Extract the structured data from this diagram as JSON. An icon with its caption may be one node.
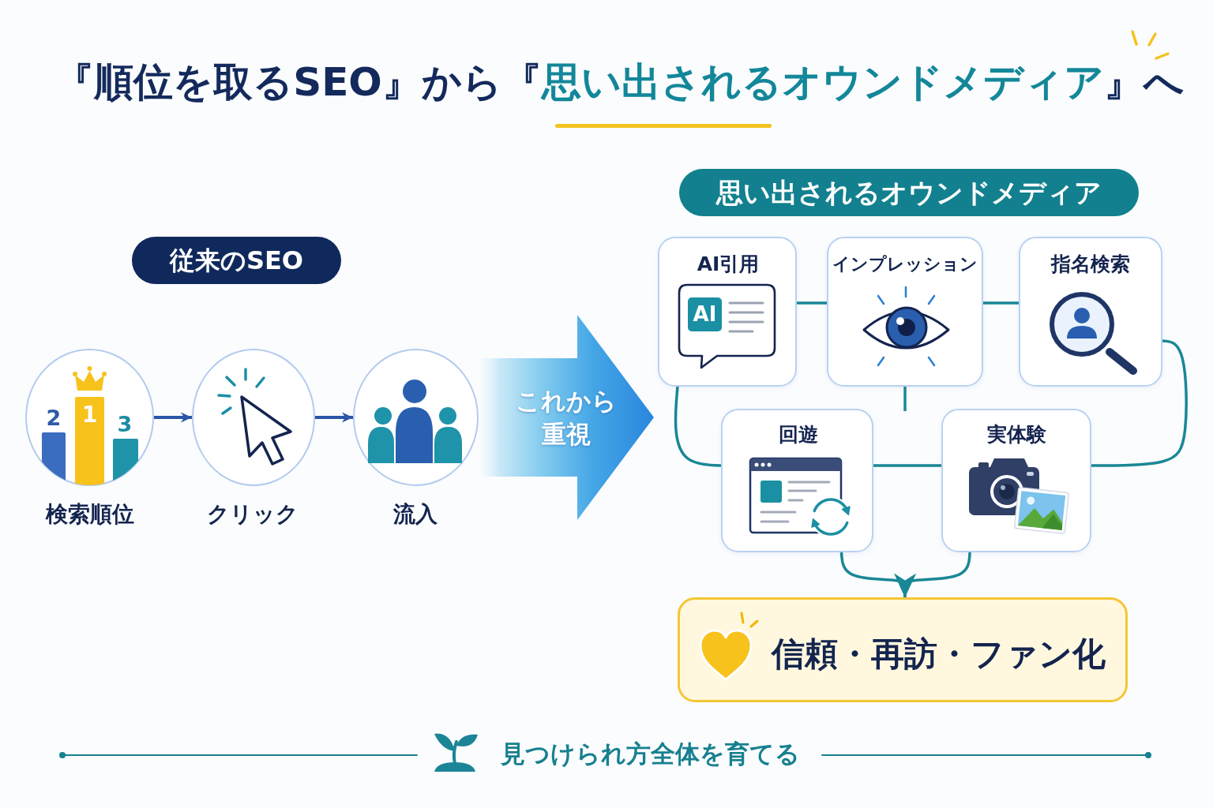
{
  "diagram": {
    "title": "『順位を取るSEO』から『*思い出されるオウンドメディア*』へ",
    "nodes": [
      {
        "text": [
          "従来のSEO"
        ]
      },
      {
        "text": [
          "2",
          "1",
          "3",
          "検索順位"
        ]
      },
      {
        "text": [
          "クリック"
        ]
      },
      {
        "text": [
          "流入"
        ]
      },
      {
        "text": [
          "思い出されるオウンドメディア"
        ]
      },
      {
        "text": [
          "AI引用",
          "AI"
        ]
      },
      {
        "text": [
          "インプレッション"
        ]
      },
      {
        "text": [
          "指名検索"
        ]
      },
      {
        "text": [
          "回遊"
        ]
      },
      {
        "text": [
          "実体験"
        ]
      },
      {
        "text": [
          "信頼・再訪・ファン化"
        ]
      }
    ],
    "edges": [
      {
        "from": 1,
        "to": 2,
        "arrow": "to",
        "color": "#2b56a6"
      },
      {
        "from": 2,
        "to": 3,
        "arrow": "to",
        "color": "#2b56a6"
      },
      {
        "from": 3,
        "to": 5,
        "arrow": "to",
        "label": "これから重視",
        "style": "thick",
        "color": "#2a86dd"
      },
      {
        "from": 5,
        "to": 6,
        "arrow": "none"
      },
      {
        "from": 6,
        "to": 7,
        "arrow": "none"
      },
      {
        "from": 6,
        "to": null,
        "arrow": "none"
      },
      {
        "from": 5,
        "to": 8,
        "arrow": "none"
      },
      {
        "from": 8,
        "to": 9,
        "arrow": "none"
      },
      {
        "from": 7,
        "to": 9,
        "arrow": "none"
      },
      {
        "from": 8,
        "to": 10,
        "arrow": "to"
      },
      {
        "from": 9,
        "to": 10,
        "arrow": "to"
      }
    ],
    "labels": [
      "見つけられ方全体を育てる"
    ]
  }
}
